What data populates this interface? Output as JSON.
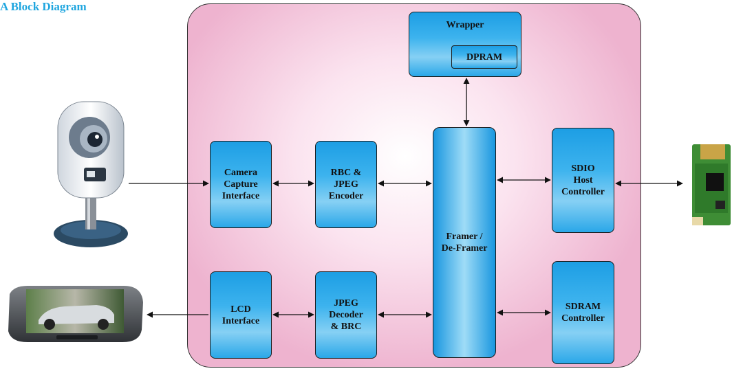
{
  "title": "A Block Diagram",
  "blocks": {
    "camera_capture": "Camera\nCapture\nInterface",
    "rbc_jpeg_encoder": "RBC &\nJPEG\nEncoder",
    "lcd_interface": "LCD\nInterface",
    "jpeg_decoder_brc": "JPEG\nDecoder\n& BRC",
    "framer": "Framer /\nDe-Framer",
    "wrapper": "Wrapper",
    "dpram": "DPRAM",
    "sdio_host": "SDIO\nHost\nController",
    "sdram_controller": "SDRAM\nController"
  },
  "devices": {
    "webcam": "webcam-icon",
    "lcd_display": "lcd-display-icon",
    "sdio_card": "sdio-card-icon"
  },
  "colors": {
    "title": "#1fa6df",
    "block_fill": "#2aa7e8",
    "chip_background": "#f3c3da",
    "arrow": "#111111"
  }
}
